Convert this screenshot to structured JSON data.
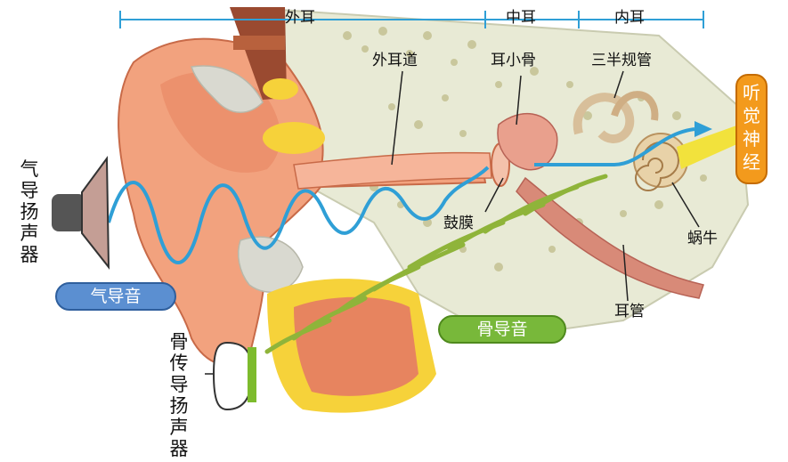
{
  "diagram": {
    "sections": {
      "outer_ear": "外耳",
      "middle_ear": "中耳",
      "inner_ear": "内耳"
    },
    "labels": {
      "ear_canal": "外耳道",
      "ossicles": "耳小骨",
      "semicircular_canals": "三半规管",
      "eardrum": "鼓膜",
      "cochlea": "蜗牛",
      "eustachian_tube": "耳管"
    },
    "auditory_nerve": "听觉神经",
    "air_speaker": "气导扬声器",
    "bone_speaker": "骨传导扬声器",
    "air_conduction": "气导音",
    "bone_conduction": "骨导音",
    "colors": {
      "air_pill": "#5b8fd1",
      "bone_pill": "#78b83a",
      "nerve": "#f39a1c",
      "wave": "#2f9fd6",
      "skin": "#f2a27e",
      "bone": "#e7e8d2",
      "fat": "#f6d23a",
      "muscle": "#e7845f"
    }
  }
}
